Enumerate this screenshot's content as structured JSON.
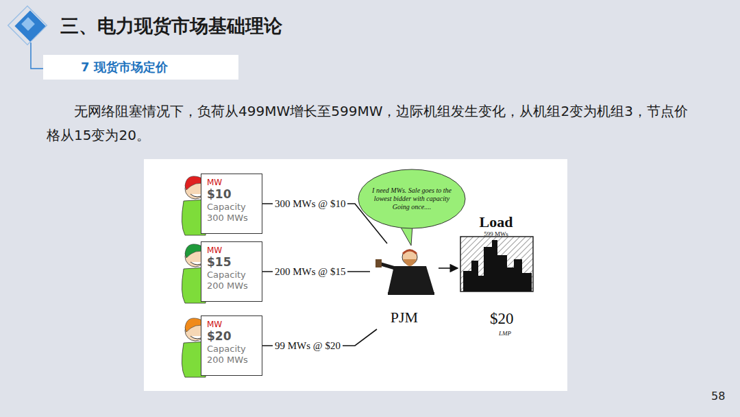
{
  "diagram": {
    "title": "三、电力现货市场基础理论",
    "nodes": [
      {
        "text": [
          "7 现货市场定价"
        ]
      },
      {
        "text": [
          "MW",
          "$10",
          "Capacity 300 MWs"
        ]
      },
      {
        "text": [
          "MW",
          "$15",
          "Capacity 200 MWs"
        ]
      },
      {
        "text": [
          "MW",
          "$20",
          "Capacity 200 MWs"
        ]
      },
      {
        "text": [
          "I need MWs. Sale goes to the lowest bidder with capacity Going once...."
        ]
      },
      {
        "text": [
          "PJM"
        ]
      },
      {
        "text": [
          "Load",
          "599 MWs"
        ]
      }
    ],
    "edges": [
      {
        "from": 1,
        "to": 5,
        "label": "300 MWs @ $10",
        "arrow": "none"
      },
      {
        "from": 2,
        "to": 5,
        "label": "200 MWs @ $15",
        "arrow": "none"
      },
      {
        "from": 3,
        "to": 5,
        "label": "99 MWs @ $20",
        "arrow": "none"
      },
      {
        "from": 5,
        "to": 6,
        "arrow": "to"
      }
    ],
    "labels": [
      "无网络阻塞情况下，负荷从499MW增长至599MW，边际机组发生变化，从机组2变为机组3，节点价格从15变为20。",
      "$20",
      "LMP",
      "58"
    ]
  }
}
